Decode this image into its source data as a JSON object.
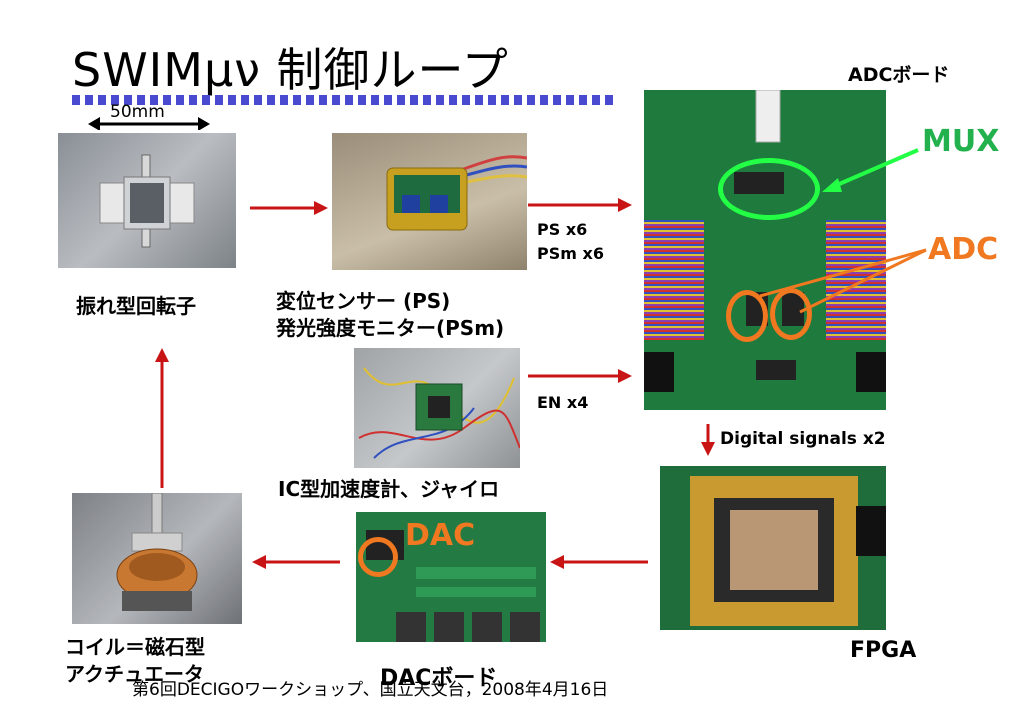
{
  "title": "SWIMμν 制御ループ",
  "scale_label": "50mm",
  "labels": {
    "rotor": "振れ型回転子",
    "sensor_line1": "変位センサー (PS)",
    "sensor_line2": "発光強度モニター(PSm)",
    "accel": "IC型加速度計、ジャイロ",
    "coil_line1": "コイル＝磁石型",
    "coil_line2": "アクチュエータ",
    "dac_board": "DACボード",
    "adc_board": "ADCボード",
    "fpga": "FPGA",
    "ps": "PS x6",
    "psm": "PSm x6",
    "en": "EN x4",
    "digital": "Digital signals x2"
  },
  "callouts": {
    "mux": "MUX",
    "adc": "ADC",
    "dac": "DAC"
  },
  "colors": {
    "arrow": "#c81414",
    "mux": "#22b14c",
    "adc": "#f07820",
    "dac": "#f07820",
    "dots": "#4a4ad0",
    "pcb": "#1f7a3e"
  },
  "footer": "第6回DECIGOワークショップ、国立天文台，2008年4月16日"
}
